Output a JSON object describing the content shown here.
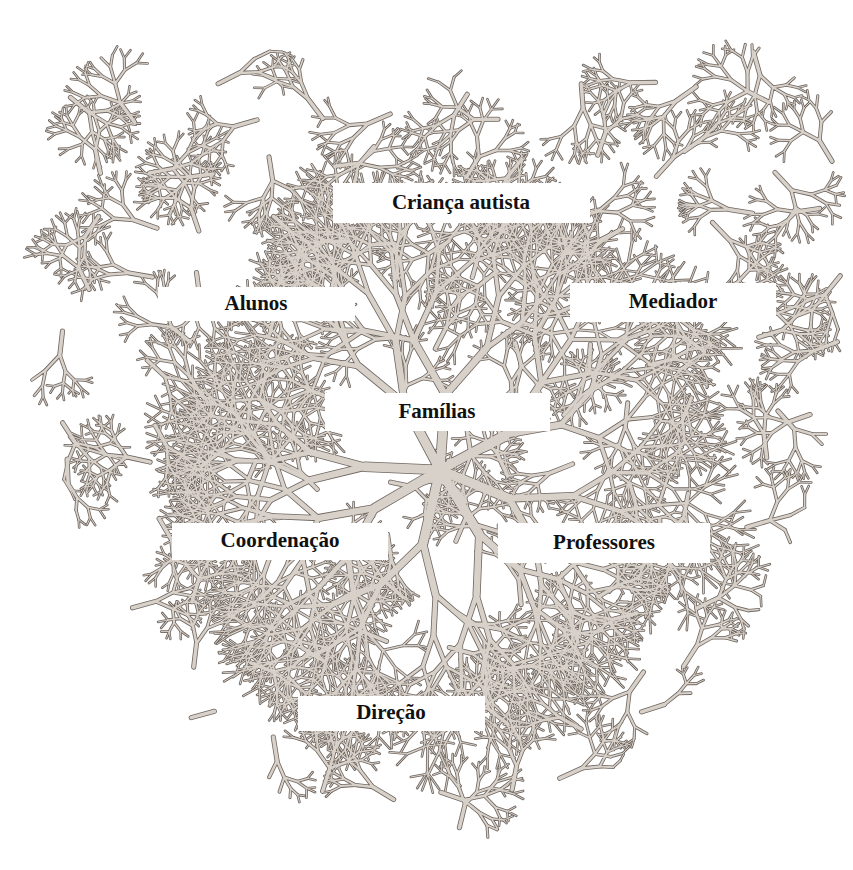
{
  "diagram": {
    "nodes": [
      {
        "text": [
          "Criança autista"
        ]
      },
      {
        "text": [
          "Alunos"
        ]
      },
      {
        "text": [
          "Mediador"
        ]
      },
      {
        "text": [
          "Famílias"
        ]
      },
      {
        "text": [
          "Coordenação"
        ]
      },
      {
        "text": [
          "Professores"
        ]
      },
      {
        "text": [
          "Direção"
        ]
      }
    ]
  }
}
